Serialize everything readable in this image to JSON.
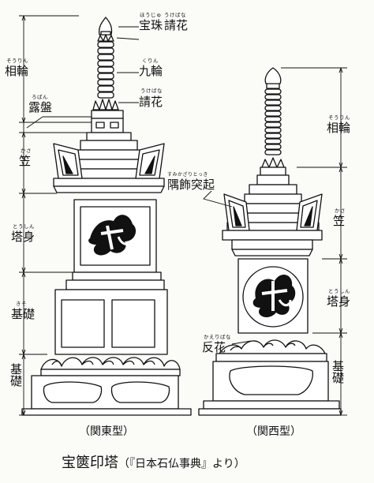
{
  "title": {
    "main": "宝篋印塔",
    "source": "（『日本石仏事典』より）"
  },
  "styles": {
    "kanto": "（関東型）",
    "kansai": "（関西型）"
  },
  "labels": {
    "hoju": {
      "text": "宝珠",
      "ruby": "ほうじゅ"
    },
    "ukebana_top": {
      "text": "請花",
      "ruby": "うけばな"
    },
    "kurin": {
      "text": "九輪",
      "ruby": "くりん"
    },
    "ukebana_mid": {
      "text": "請花",
      "ruby": "うけばな"
    },
    "sorin_left": {
      "text": "相輪",
      "ruby": "そうりん"
    },
    "roban": {
      "text": "露盤",
      "ruby": "ろばん"
    },
    "kasa_left": {
      "text": "笠",
      "ruby": "かさ"
    },
    "toshin_left": {
      "text": "塔身",
      "ruby": "とうしん"
    },
    "kiso_left": {
      "text": "基礎",
      "ruby": "きそ"
    },
    "kidan_left": {
      "text": "基礎"
    },
    "sumikazari": {
      "text": "隅飾突起",
      "ruby": "すみかざりとっき"
    },
    "sorin_right": {
      "text": "相輪",
      "ruby": "そうりん"
    },
    "kasa_right": {
      "text": "笠",
      "ruby": "かさ"
    },
    "toshin_right": {
      "text": "塔身",
      "ruby": "とうしん"
    },
    "kaeribana": {
      "text": "反花",
      "ruby": "かえりばな"
    },
    "kiso_right": {
      "text": "基礎"
    }
  },
  "colors": {
    "ink": "#111111",
    "paper": "#fbfbf8"
  }
}
